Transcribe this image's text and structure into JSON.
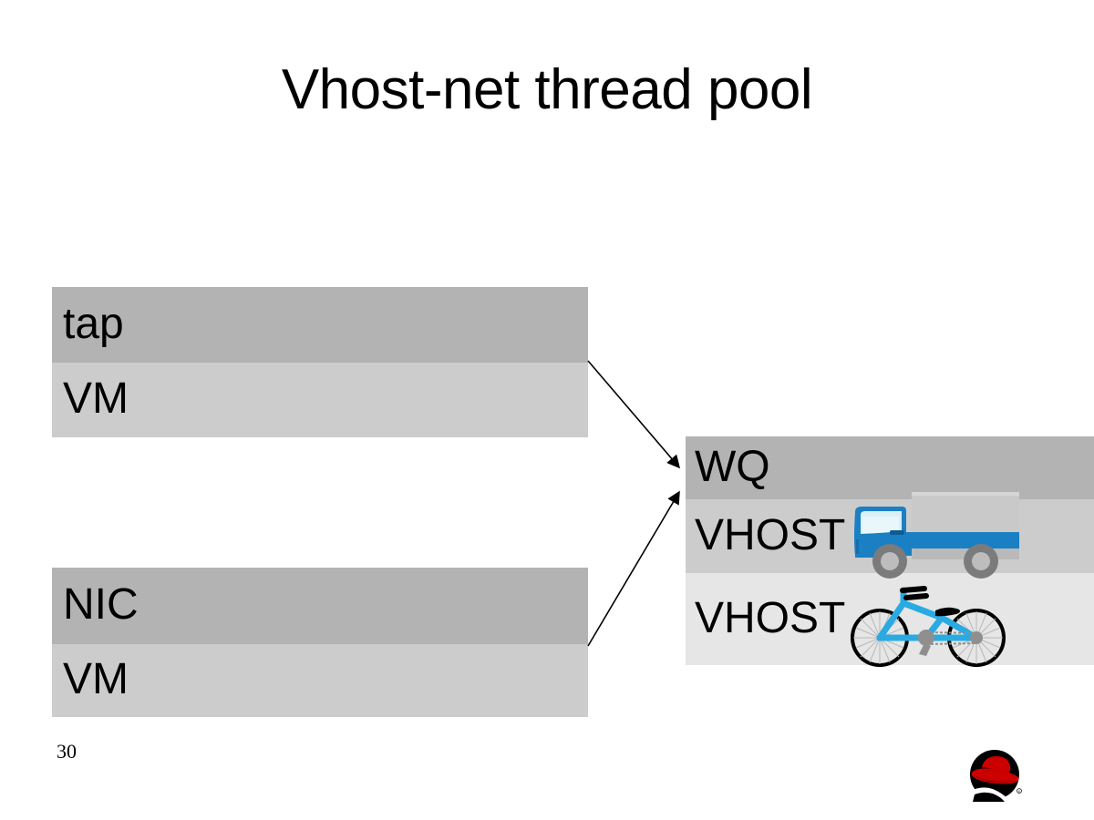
{
  "slide": {
    "title": "Vhost-net thread pool",
    "page_number": "30",
    "background_color": "#ffffff"
  },
  "colors": {
    "band_dark": "#b3b3b3",
    "band_mid": "#cccccc",
    "band_light": "#e6e6e6",
    "text": "#000000",
    "truck_blue": "#1b7fc3",
    "truck_body_gray": "#c8c8c8",
    "bicycle_blue": "#29abe2",
    "logo_red": "#cc0000",
    "logo_black": "#000000",
    "arrow": "#000000"
  },
  "diagram": {
    "left_top_box": {
      "name": "tap-vm-stack",
      "bands": [
        {
          "label": "tap",
          "fill": "#b3b3b3"
        },
        {
          "label": "VM",
          "fill": "#cccccc"
        }
      ]
    },
    "left_bottom_box": {
      "name": "nic-vm-stack",
      "bands": [
        {
          "label": "NIC",
          "fill": "#b3b3b3"
        },
        {
          "label": "VM",
          "fill": "#cccccc"
        }
      ]
    },
    "right_box": {
      "name": "workqueue-vhost-stack",
      "bands": [
        {
          "label": "WQ",
          "fill": "#b3b3b3"
        },
        {
          "label": "VHOST",
          "fill": "#cccccc",
          "clipart": "truck"
        },
        {
          "label": "VHOST",
          "fill": "#e6e6e6",
          "clipart": "bicycle"
        }
      ]
    },
    "connectors": [
      {
        "name": "tap-to-wq-arrow",
        "from": "tap-vm-stack",
        "to": "workqueue-vhost-stack",
        "style": "arrow"
      },
      {
        "name": "nic-to-wq-arrow",
        "from": "nic-vm-stack",
        "to": "workqueue-vhost-stack",
        "style": "arrow"
      }
    ],
    "clipart": [
      {
        "name": "delivery-truck",
        "description": "blue delivery truck"
      },
      {
        "name": "bicycle",
        "description": "light blue bicycle"
      }
    ]
  },
  "logo": {
    "name": "red-hat-shadowman-logo",
    "alt": "Red Hat"
  }
}
